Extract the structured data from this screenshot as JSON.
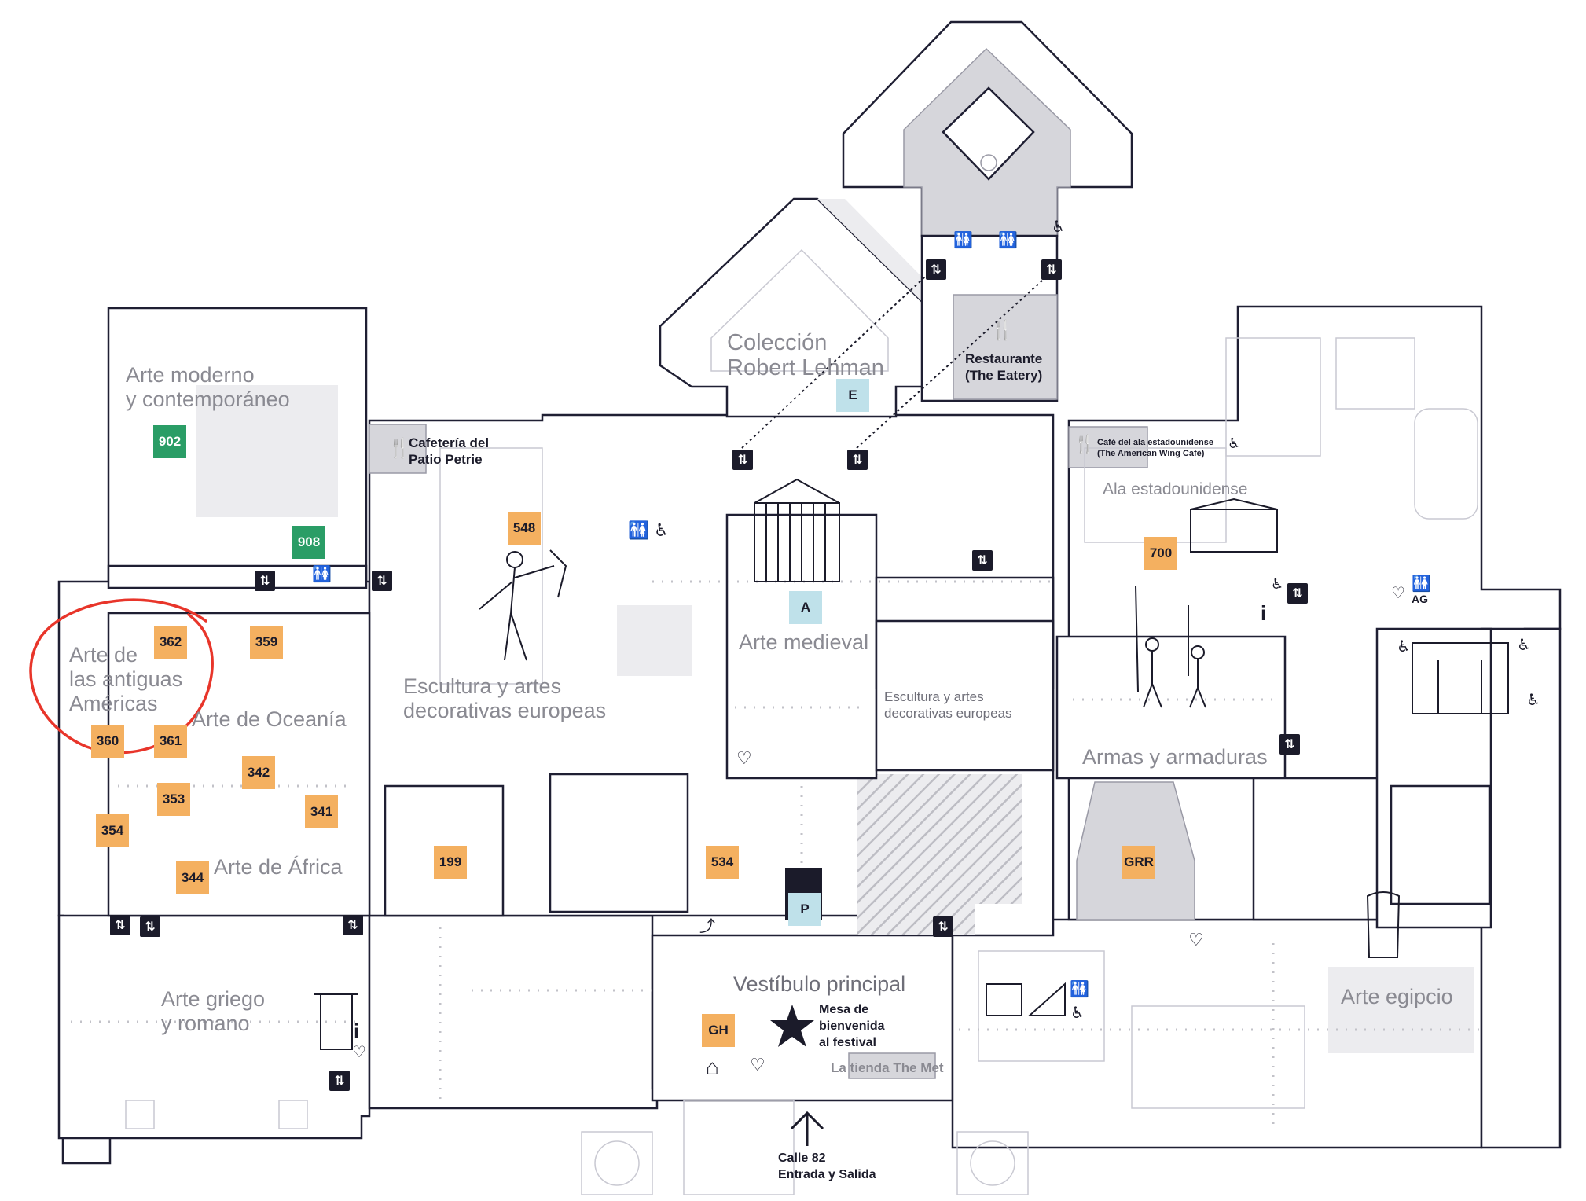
{
  "map": {
    "colors": {
      "orange": "#f4b060",
      "green": "#2a9d66",
      "blue": "#bfe1ea",
      "wall": "#1f1f33",
      "label": "#8a8a92",
      "highlight": "#e8352a"
    },
    "areas": {
      "moderno": "Arte moderno\ny contemporáneo",
      "lehman": "Colección\nRobert Lehman",
      "restaurante": "Restaurante\n(The Eatery)",
      "cafeteria": "Cafetería del\nPatio Petrie",
      "cafe_ala": "Café del ala estadounidense\n(The American Wing Café)",
      "ala": "Ala estadounidense",
      "americas": "Arte de\nlas antiguas\nAméricas",
      "oceania": "Arte de Oceanía",
      "escultura": "Escultura y artes\ndecorativas europeas",
      "medieval": "Arte medieval",
      "escultura_small": "Escultura y artes\ndecorativas europeas",
      "armas": "Armas y armaduras",
      "africa": "Arte de África",
      "griego": "Arte griego\ny romano",
      "vestibulo": "Vestíbulo principal",
      "mesa": "Mesa de\nbienvenida\nal festival",
      "tienda": "La tienda The Met",
      "egipcio": "Arte egipcio",
      "calle": "Calle 82\nEntrada y Salida"
    },
    "rooms": {
      "r902": "902",
      "r908": "908",
      "r548": "548",
      "r362": "362",
      "r359": "359",
      "r360": "360",
      "r361": "361",
      "r342": "342",
      "r353": "353",
      "r341": "341",
      "r354": "354",
      "r344": "344",
      "r199": "199",
      "r534": "534",
      "r700": "700",
      "rGRR": "GRR",
      "rGH": "GH"
    },
    "markers": {
      "E": "E",
      "A": "A",
      "P": "P",
      "AG": "AG",
      "info": "i"
    },
    "icons": [
      "elevator-icon",
      "restroom-icon",
      "wheelchair-icon",
      "fork-knife-icon",
      "star-icon",
      "coat-check-icon",
      "first-aid-icon",
      "arrow-up-icon",
      "stairs-icon",
      "escalator-icon"
    ]
  }
}
